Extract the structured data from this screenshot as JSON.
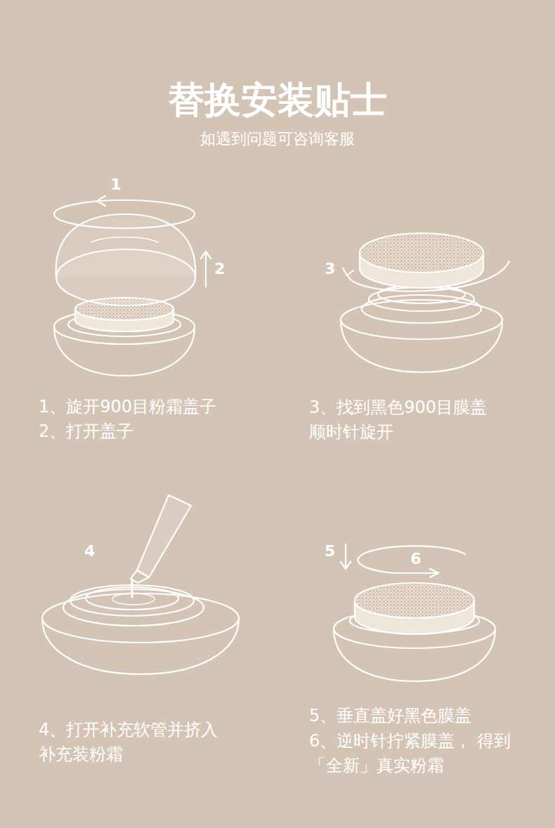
{
  "diagram": {
    "title": "替换安装贴士",
    "labels": [
      "如遇到问题可咨询客服",
      "1",
      "2",
      "3",
      "1、旋开900目粉霜盖子",
      "2、打开盖子",
      "3、找到黑色900目膜盖 顺时针旋开",
      "4",
      "5",
      "6",
      "4、打开补充软管并挤入 补充装粉霜",
      "5、垂直盖好黑色膜盖",
      "6、逆时针拧紧膜盖， 得到「全新」真实粉霜"
    ]
  }
}
